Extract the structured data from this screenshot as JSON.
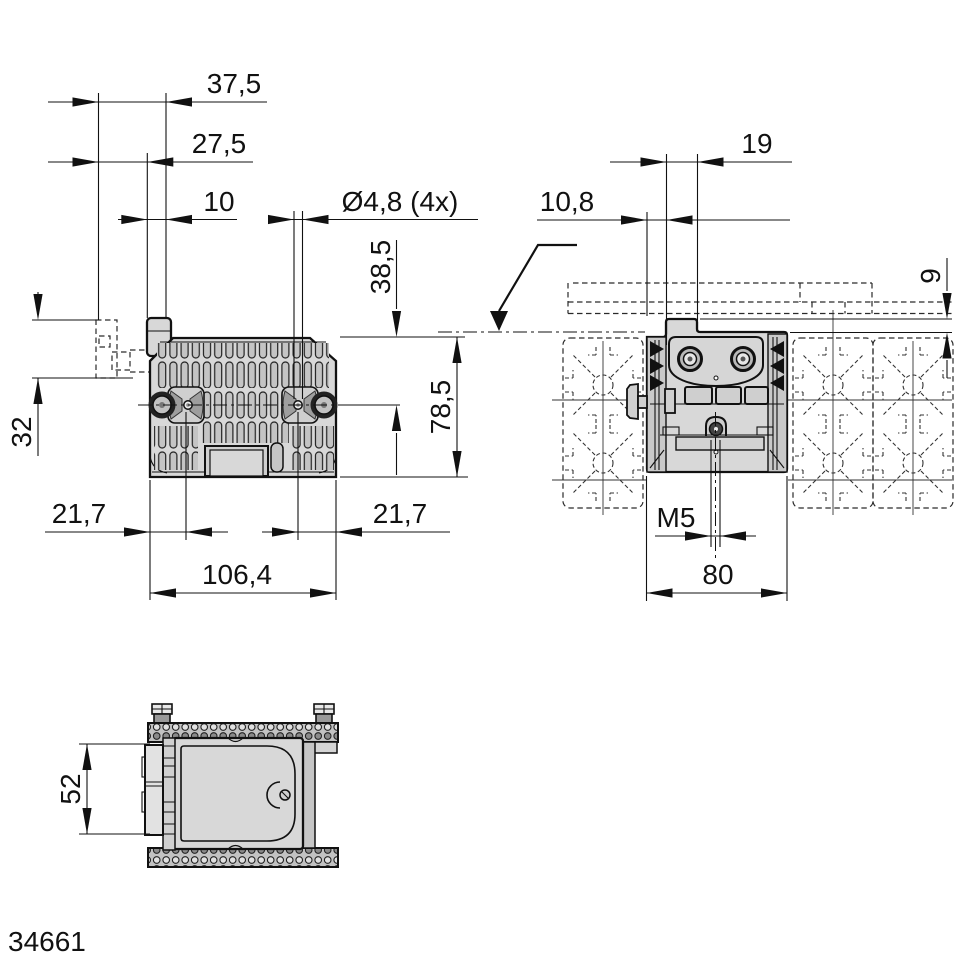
{
  "drawing_number": "34661",
  "colors": {
    "line": "#111111",
    "body_fill": "#d8d8d8",
    "background": "#ffffff"
  },
  "views": {
    "front": {
      "dims": {
        "width_to_tab": "37,5",
        "width_to_lever": "27,5",
        "tab_width": "10",
        "hole_diameter": "Ø4,8 (4x)",
        "hole_center_depth": "38,5",
        "body_height": "78,5",
        "lever_height": "32",
        "edge_to_hole_left": "21,7",
        "edge_to_hole_right": "21,7",
        "overall_width": "106,4"
      }
    },
    "side": {
      "dims": {
        "top_block_width": "19",
        "face_offset": "10,8",
        "protrusion_above_profile": "9",
        "thread": "M5",
        "overall_width": "80"
      }
    },
    "top": {
      "dims": {
        "depth": "52"
      }
    }
  }
}
